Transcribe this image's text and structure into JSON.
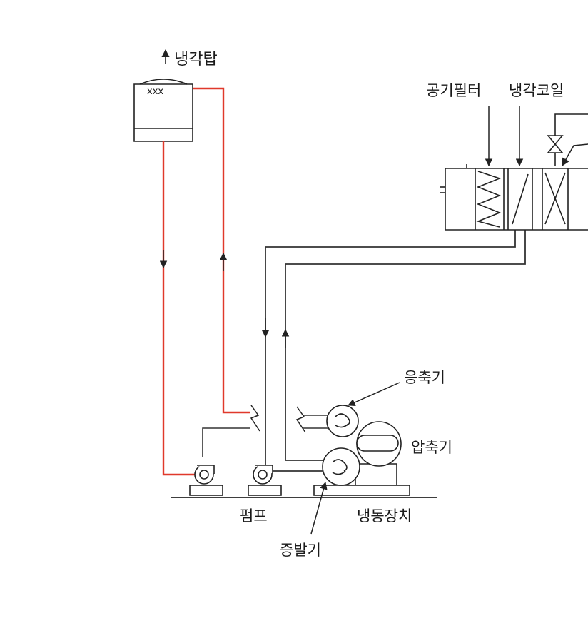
{
  "labels": {
    "cooling_tower": "냉각탑",
    "air_filter": "공기필터",
    "cooling_coil": "냉각코일",
    "condenser": "응축기",
    "compressor": "압축기",
    "pump": "펌프",
    "refrigeration_unit": "냉동장치",
    "evaporator": "증발기"
  },
  "colors": {
    "condenser_water_line": "#e0392b",
    "chilled_water_line": "#333333",
    "equipment_stroke": "#222222"
  },
  "icons": {
    "cooling_tower_outlet": "up-arrow-icon",
    "pump": "centrifugal-pump-icon",
    "valve": "valve-icon",
    "pipe_break": "pipe-break-icon"
  }
}
